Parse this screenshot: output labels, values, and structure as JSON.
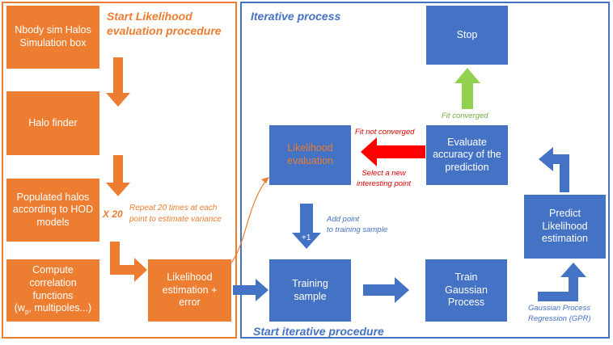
{
  "left_panel": {
    "title_line1": "Start Likelihood",
    "title_line2": "evaluation procedure",
    "box_nbody_line1": "Nbody sim Halos",
    "box_nbody_line2": "Simulation box",
    "box_halo_finder": "Halo finder",
    "box_populated_line1": "Populated halos",
    "box_populated_line2": "according to HOD",
    "box_populated_line3": "models",
    "box_corr_line1": "Compute",
    "box_corr_line2": "correlation",
    "box_corr_line3": "functions",
    "box_corr_line4_pre": "(w",
    "box_corr_line4_sub": "p",
    "box_corr_line4_post": ", multipoles...)",
    "repeat_count": "X 20",
    "repeat_note_line1": "Repeat 20 times at each",
    "repeat_note_line2": "point to estimate variance",
    "box_likelihood_est_line1": "Likelihood",
    "box_likelihood_est_line2": "estimation +",
    "box_likelihood_est_line3": "error"
  },
  "right_panel": {
    "title": "Iterative process",
    "box_stop": "Stop",
    "fit_converged": "Fit converged",
    "fit_not_converged": "Fit not converged",
    "select_new_line1": "Select a new",
    "select_new_line2": "interesting point",
    "box_likelihood_eval_line1": "Likelihood",
    "box_likelihood_eval_line2": "evaluation",
    "box_evaluate_line1": "Evaluate",
    "box_evaluate_line2": "accuracy of the",
    "box_evaluate_line3": "prediction",
    "add_point_line1": "Add point",
    "add_point_line2": "to training sample",
    "plus_one": "+1",
    "box_predict_line1": "Predict",
    "box_predict_line2": "Likelihood",
    "box_predict_line3": "estimation",
    "box_training_line1": "Training",
    "box_training_line2": "sample",
    "box_train_gp_line1": "Train",
    "box_train_gp_line2": "Gaussian",
    "box_train_gp_line3": "Process",
    "gpr_note_line1": "Gaussian Process",
    "gpr_note_line2": "Regression (GPR)",
    "footer_title": "Start iterative procedure"
  },
  "colors": {
    "orange": "#ED7D31",
    "blue": "#4472C4",
    "red_arrow": "#FF0000",
    "green_arrow": "#92D050",
    "red_text": "#E00000",
    "green_text": "#70AD47"
  }
}
